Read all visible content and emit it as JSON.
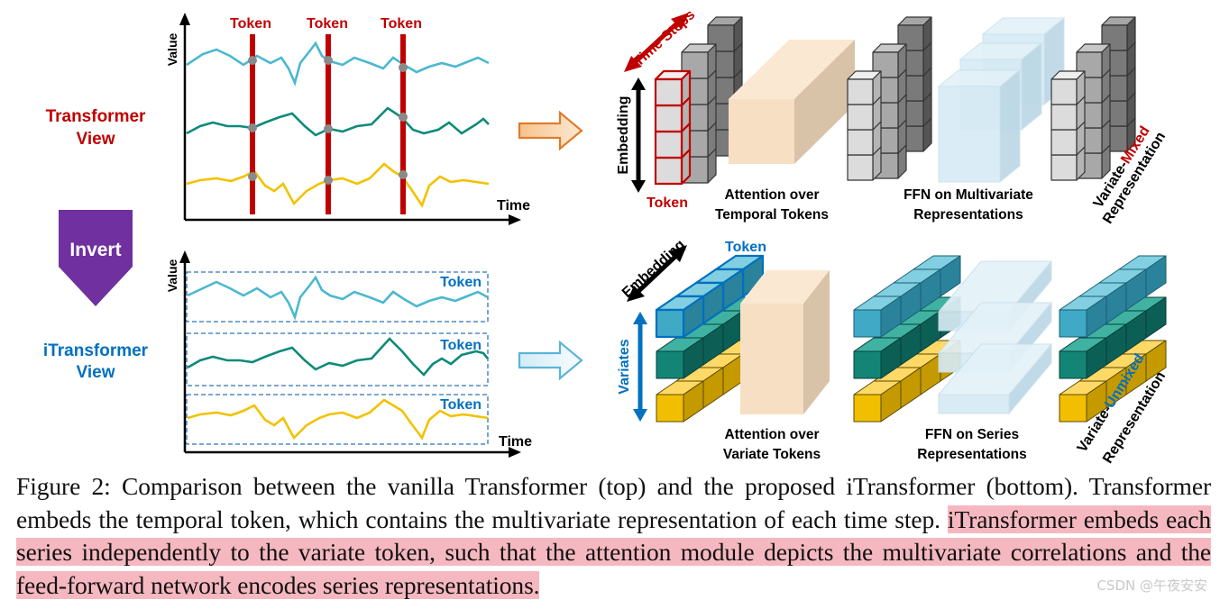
{
  "top": {
    "label_line1": "Transformer",
    "label_line2": "View",
    "y_axis": "Value",
    "x_axis": "Time",
    "token_labels": [
      "Token",
      "Token",
      "Token"
    ],
    "diagonal_arrow_label": "Time Steps",
    "vertical_arrow_label": "Embedding",
    "token_caption": "Token",
    "attention_line1": "Attention over",
    "attention_line2": "Temporal Tokens",
    "ffn_line1": "FFN on Multivariate",
    "ffn_line2": "Representations",
    "rep_prefix": "Variate-",
    "rep_emph": "Mixed",
    "rep_line2": "Representation"
  },
  "invert_label": "Invert",
  "bottom": {
    "label_line1": "iTransformer",
    "label_line2": "View",
    "y_axis": "Value",
    "x_axis": "Time",
    "token_labels": [
      "Token",
      "Token",
      "Token"
    ],
    "diagonal_arrow_label": "Embedding",
    "token_caption": "Token",
    "vertical_arrow_label": "Variates",
    "attention_line1": "Attention over",
    "attention_line2": "Variate Tokens",
    "ffn_line1": "FFN on Series",
    "ffn_line2": "Representations",
    "rep_prefix": "Variate-",
    "rep_emph": "Unmixed",
    "rep_line2": "Representation"
  },
  "caption": {
    "part1": "Figure 2: Comparison between the vanilla Transformer (top) and the proposed iTransformer (bottom). Transformer embeds the temporal token, which contains the multivariate representation of each time step. ",
    "highlighted": "iTransformer embeds each series independently to the variate token, such that the attention module depicts the multivariate correlations and the feed-forward network encodes series representations."
  },
  "watermark": "CSDN @午夜安安",
  "colors": {
    "red": "#c00000",
    "blue": "#0070c0",
    "cyan_series": "#4bb8cf",
    "teal_series": "#0f8a7a",
    "yellow_series": "#f2c200",
    "invert_purple": "#7030a0",
    "highlight": "#f6b8c0"
  }
}
